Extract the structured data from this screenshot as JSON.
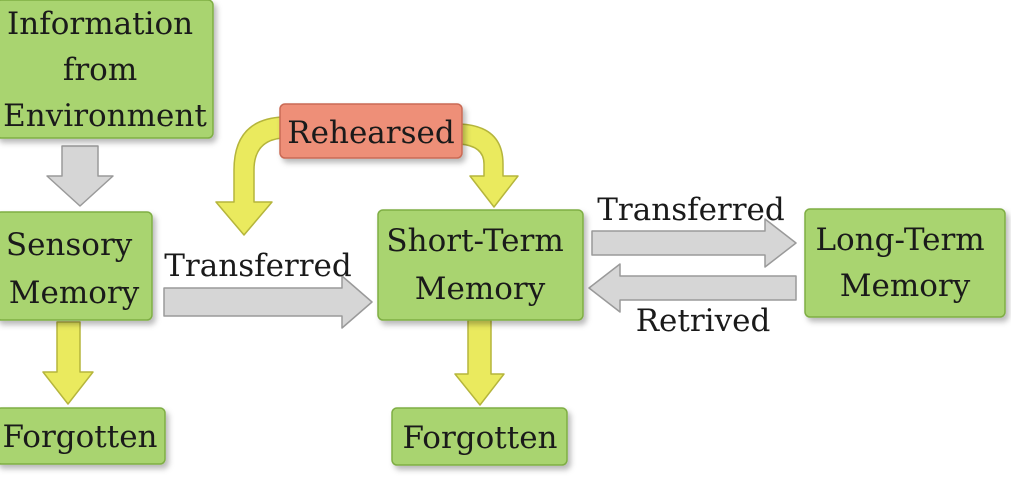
{
  "nodes": {
    "environment": {
      "lines": [
        "Information",
        "from",
        "Environment"
      ]
    },
    "sensory": {
      "lines": [
        "Sensory",
        "Memory"
      ]
    },
    "rehearsed": {
      "lines": [
        "Rehearsed"
      ]
    },
    "short_term": {
      "lines": [
        "Short-Term",
        "Memory"
      ]
    },
    "long_term": {
      "lines": [
        "Long-Term",
        "Memory"
      ]
    },
    "forgotten_left": {
      "lines": [
        "Forgotten"
      ]
    },
    "forgotten_right": {
      "lines": [
        "Forgotten"
      ]
    }
  },
  "edges": {
    "sensory_to_short": "Transferred",
    "short_to_long": "Transferred",
    "long_to_short": "Retrived"
  },
  "colors": {
    "box_fill": "#a9d46f",
    "box_stroke": "#7fae44",
    "rehearsed_fill": "#ee8f78",
    "rehearsed_stroke": "#c96a55",
    "grey_arrow_fill": "#d6d6d6",
    "grey_arrow_stroke": "#9a9a9a",
    "yellow_arrow_fill": "#eaea5e",
    "yellow_arrow_stroke": "#b5b53c"
  }
}
